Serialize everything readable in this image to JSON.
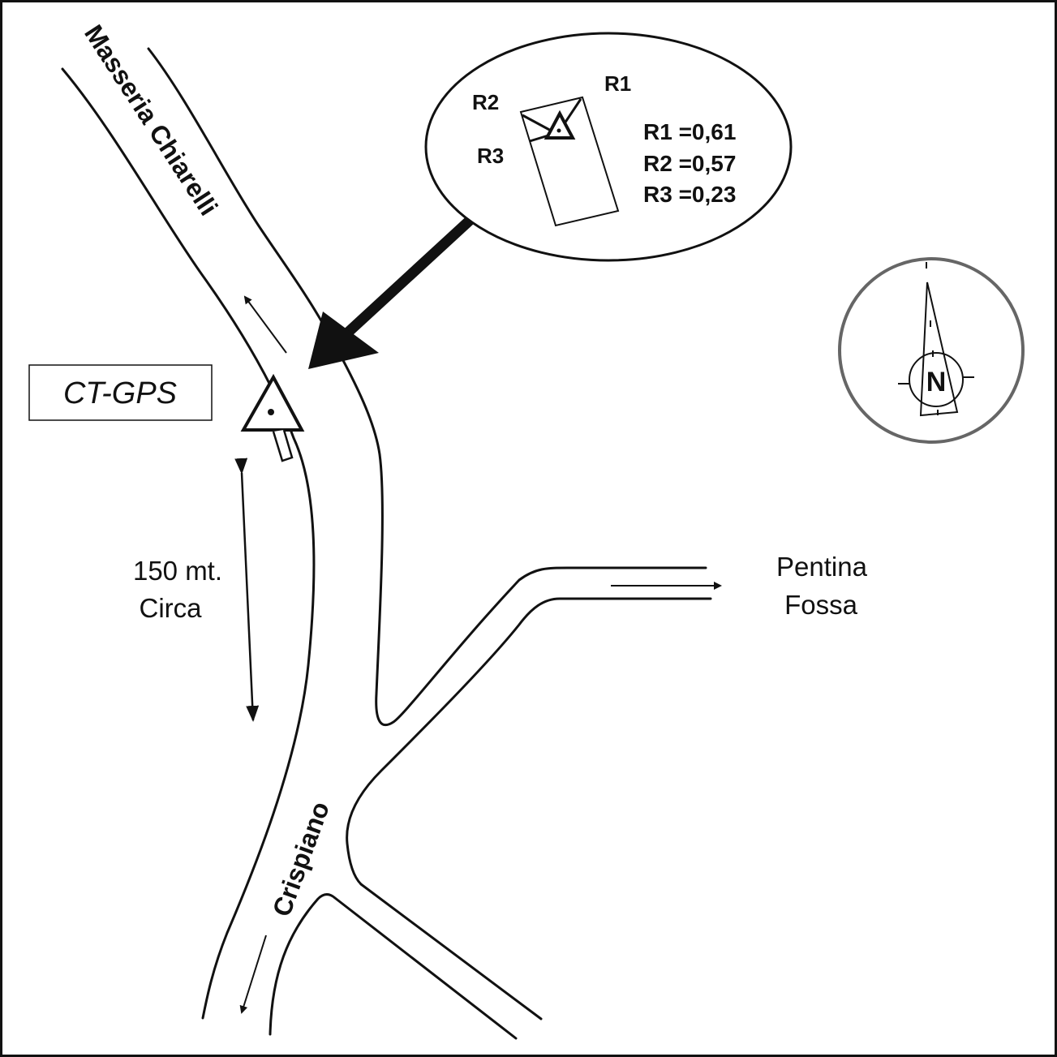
{
  "map": {
    "roads": {
      "north": "Masseria Chiarelli",
      "south": "Crispiano",
      "east_line1": "Pentina",
      "east_line2": "Fossa"
    },
    "station_label": "CT-GPS",
    "distance": {
      "line1": "150 mt.",
      "line2": "Circa"
    },
    "inset": {
      "labels": [
        "R1",
        "R2",
        "R3"
      ],
      "readings": [
        {
          "name": "R1",
          "text": "R1 =0,61",
          "value": 0.61
        },
        {
          "name": "R2",
          "text": "R2 =0,57",
          "value": 0.57
        },
        {
          "name": "R3",
          "text": "R3 =0,23",
          "value": 0.23
        }
      ]
    },
    "compass": {
      "letter": "N"
    },
    "colors": {
      "ink": "#111111",
      "compass_ring": "#666666",
      "background": "#ffffff"
    }
  }
}
